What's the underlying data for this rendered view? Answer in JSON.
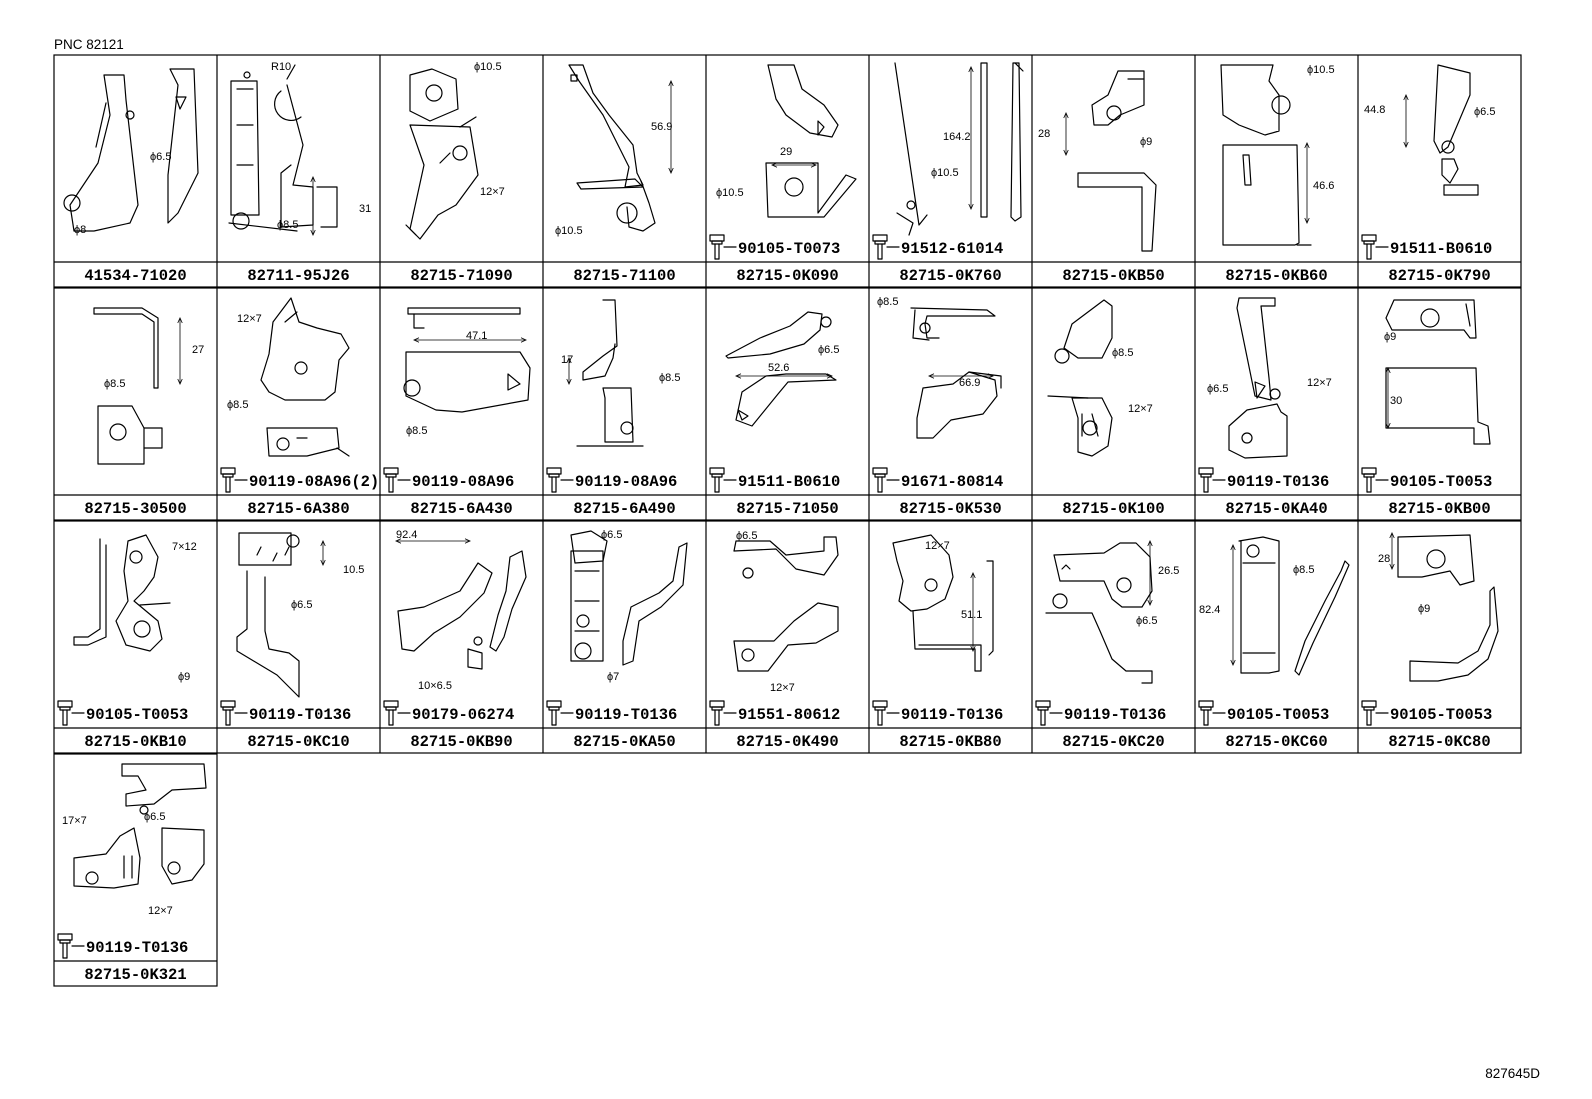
{
  "header": {
    "pnc": "PNC 82121"
  },
  "footer": {
    "code": "827645D"
  },
  "cells": [
    {
      "part": "41534-71020",
      "bolt": "",
      "dims": [
        "ϕ6.5",
        "ϕ8"
      ]
    },
    {
      "part": "82711-95J26",
      "bolt": "",
      "dims": [
        "R10",
        "ϕ8.5",
        "31"
      ]
    },
    {
      "part": "82715-71090",
      "bolt": "",
      "dims": [
        "ϕ10.5",
        "12×7"
      ]
    },
    {
      "part": "82715-71100",
      "bolt": "",
      "dims": [
        "56.9",
        "ϕ10.5"
      ]
    },
    {
      "part": "82715-0K090",
      "bolt": "90105-T0073",
      "dims": [
        "29",
        "ϕ10.5"
      ]
    },
    {
      "part": "82715-0K760",
      "bolt": "91512-61014",
      "dims": [
        "164.2",
        "ϕ10.5"
      ]
    },
    {
      "part": "82715-0KB50",
      "bolt": "",
      "dims": [
        "28",
        "ϕ9"
      ]
    },
    {
      "part": "82715-0KB60",
      "bolt": "",
      "dims": [
        "ϕ10.5",
        "46.6"
      ]
    },
    {
      "part": "82715-0K790",
      "bolt": "91511-B0610",
      "dims": [
        "44.8",
        "ϕ6.5"
      ]
    },
    {
      "part": "82715-30500",
      "bolt": "",
      "dims": [
        "27",
        "ϕ8.5"
      ]
    },
    {
      "part": "82715-6A380",
      "bolt": "90119-08A96(2)",
      "dims": [
        "12×7",
        "ϕ8.5"
      ]
    },
    {
      "part": "82715-6A430",
      "bolt": "90119-08A96",
      "dims": [
        "47.1",
        "ϕ8.5"
      ]
    },
    {
      "part": "82715-6A490",
      "bolt": "90119-08A96",
      "dims": [
        "17",
        "ϕ8.5"
      ]
    },
    {
      "part": "82715-71050",
      "bolt": "91511-B0610",
      "dims": [
        "ϕ6.5",
        "52.6"
      ]
    },
    {
      "part": "82715-0K530",
      "bolt": "91671-80814",
      "dims": [
        "ϕ8.5",
        "66.9"
      ]
    },
    {
      "part": "82715-0K100",
      "bolt": "",
      "dims": [
        "ϕ8.5",
        "12×7"
      ]
    },
    {
      "part": "82715-0KA40",
      "bolt": "90119-T0136",
      "dims": [
        "ϕ6.5",
        "12×7"
      ]
    },
    {
      "part": "82715-0KB00",
      "bolt": "90105-T0053",
      "dims": [
        "ϕ9",
        "30"
      ]
    },
    {
      "part": "82715-0KB10",
      "bolt": "90105-T0053",
      "dims": [
        "7×12",
        "ϕ9"
      ]
    },
    {
      "part": "82715-0KC10",
      "bolt": "90119-T0136",
      "dims": [
        "10.5",
        "ϕ6.5"
      ]
    },
    {
      "part": "82715-0KB90",
      "bolt": "90179-06274",
      "dims": [
        "92.4",
        "10×6.5"
      ]
    },
    {
      "part": "82715-0KA50",
      "bolt": "90119-T0136",
      "dims": [
        "ϕ6.5",
        "ϕ7"
      ]
    },
    {
      "part": "82715-0K490",
      "bolt": "91551-80612",
      "dims": [
        "ϕ6.5",
        "12×7"
      ]
    },
    {
      "part": "82715-0KB80",
      "bolt": "90119-T0136",
      "dims": [
        "12×7",
        "51.1"
      ]
    },
    {
      "part": "82715-0KC20",
      "bolt": "90119-T0136",
      "dims": [
        "26.5",
        "ϕ6.5"
      ]
    },
    {
      "part": "82715-0KC60",
      "bolt": "90105-T0053",
      "dims": [
        "ϕ8.5",
        "82.4"
      ]
    },
    {
      "part": "82715-0KC80",
      "bolt": "90105-T0053",
      "dims": [
        "28",
        "ϕ9"
      ]
    },
    {
      "part": "82715-0K321",
      "bolt": "90119-T0136",
      "dims": [
        "ϕ6.5",
        "17×7",
        "12×7"
      ]
    }
  ]
}
